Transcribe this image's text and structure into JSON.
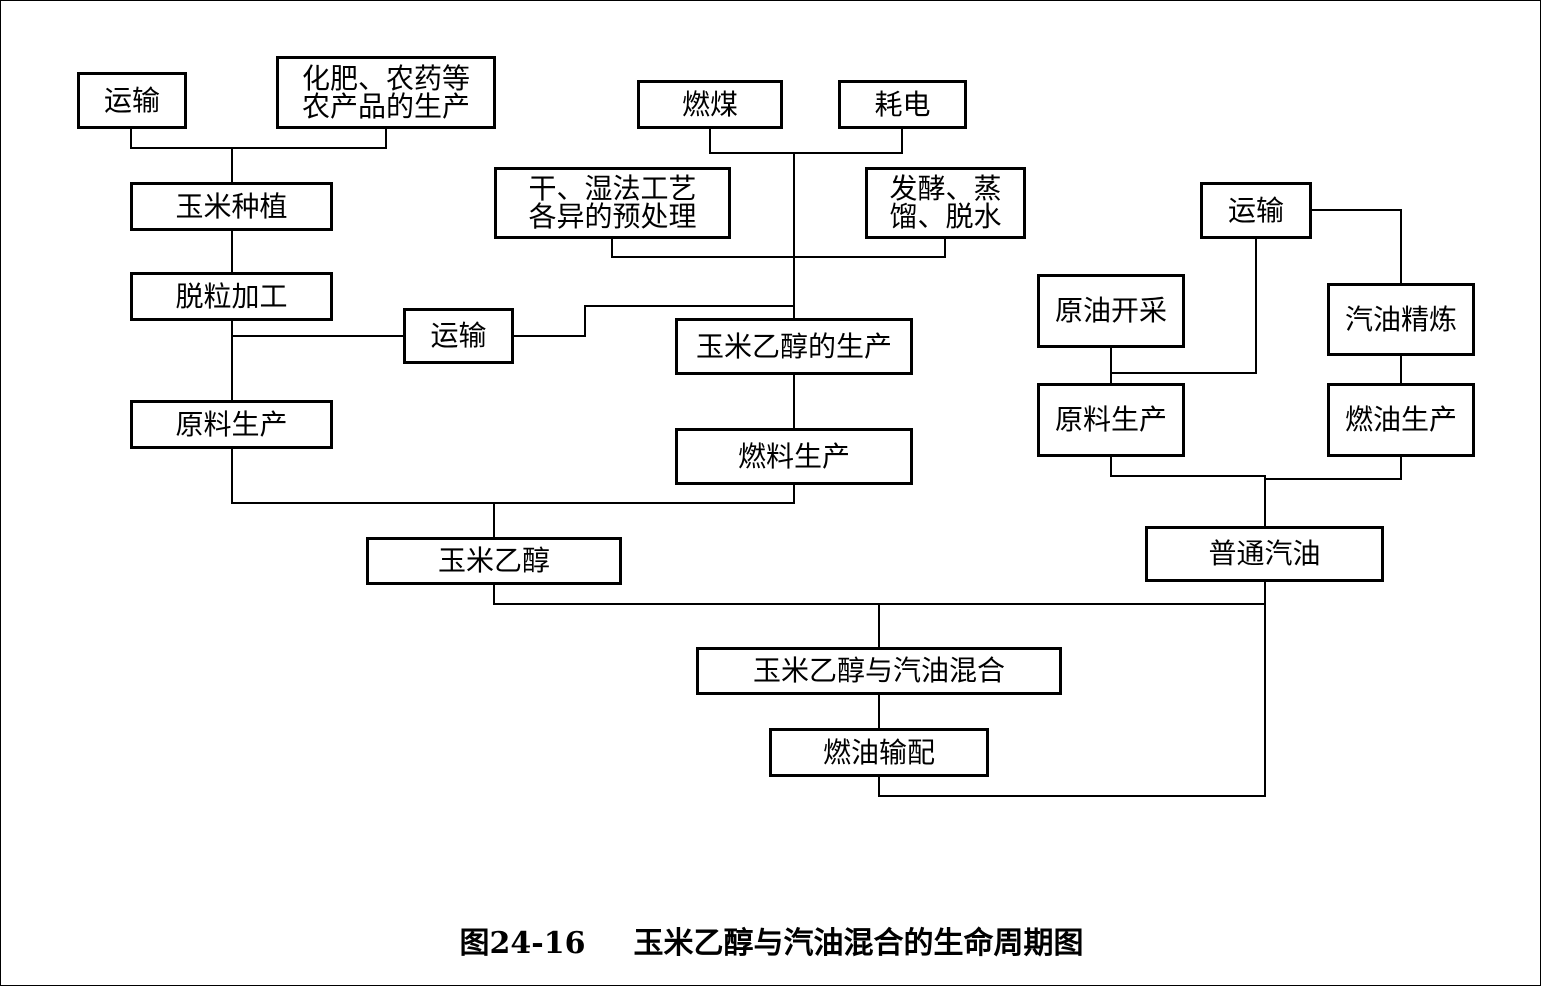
{
  "figure": {
    "number": "图24-16",
    "title": "玉米乙醇与汽油混合的生命周期图"
  },
  "nodes": {
    "transport_1": "运输",
    "fertilizer": "化肥、农药等\n农产品的生产",
    "coal": "燃煤",
    "electricity": "耗电",
    "corn_planting": "玉米种植",
    "pretreatment": "干、湿法工艺\n各异的预处理",
    "fermentation": "发酵、蒸\n馏、脱水",
    "transport_3": "运输",
    "threshing": "脱粒加工",
    "transport_2": "运输",
    "corn_ethanol_production": "玉米乙醇的生产",
    "crude_extraction": "原油开采",
    "gasoline_refining": "汽油精炼",
    "raw_material_left": "原料生产",
    "fuel_production_mid": "燃料生产",
    "raw_material_right": "原料生产",
    "fuel_production_right": "燃油生产",
    "corn_ethanol": "玉米乙醇",
    "gasoline": "普通汽油",
    "blending": "玉米乙醇与汽油混合",
    "distribution": "燃油输配"
  }
}
